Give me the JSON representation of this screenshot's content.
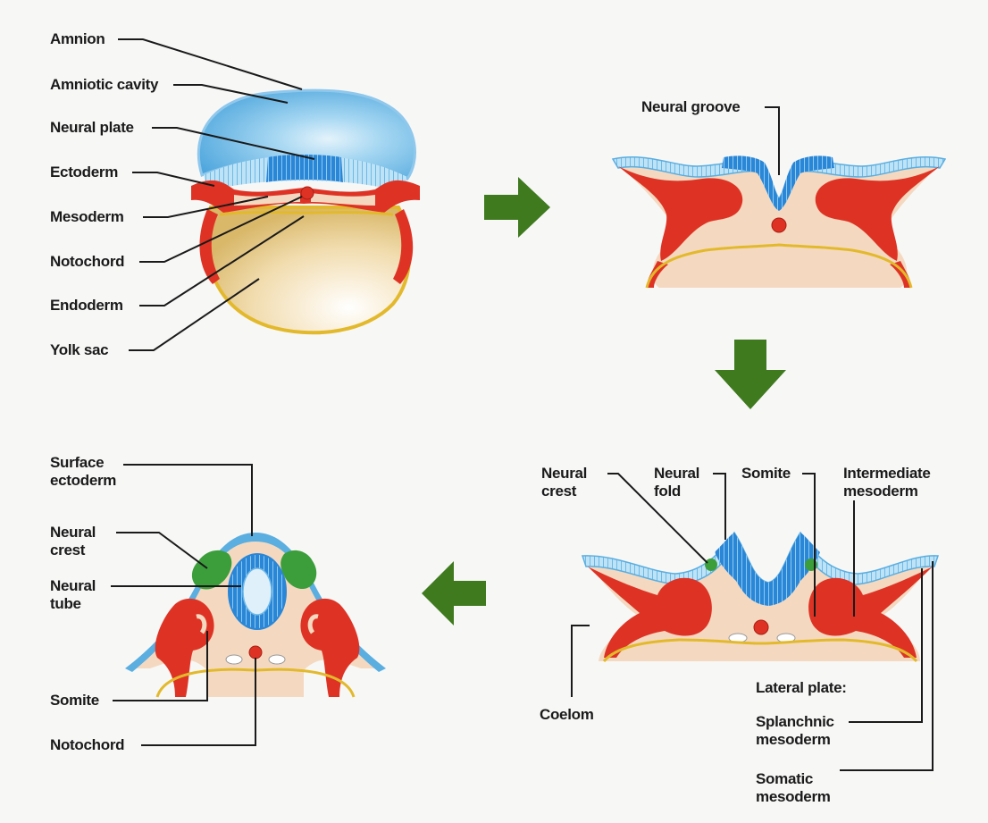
{
  "panel1": {
    "amnion": "Amnion",
    "amniotic_cavity": "Amniotic cavity",
    "neural_plate": "Neural plate",
    "ectoderm": "Ectoderm",
    "mesoderm": "Mesoderm",
    "notochord": "Notochord",
    "endoderm": "Endoderm",
    "yolk_sac": "Yolk sac"
  },
  "panel2": {
    "neural_groove": "Neural groove"
  },
  "panel3": {
    "neural_crest": "Neural\ncrest",
    "neural_fold": "Neural\nfold",
    "somite": "Somite",
    "intermediate_mesoderm": "Intermediate\nmesoderm",
    "coelom": "Coelom",
    "lateral_plate": "Lateral plate:",
    "splanchnic_mesoderm": "Splanchnic\nmesoderm",
    "somatic_mesoderm": "Somatic\nmesoderm"
  },
  "panel4": {
    "surface_ectoderm": "Surface\nectoderm",
    "neural_crest": "Neural\ncrest",
    "neural_tube": "Neural\ntube",
    "somite": "Somite",
    "notochord": "Notochord"
  },
  "colors": {
    "arrow": "#3f7a1f",
    "mesoderm": "#de3324",
    "ectoderm": "#5aaee0",
    "neural": "#2a86d6",
    "endoderm": "#e7c43a",
    "fill": "#f4d9c0",
    "crest": "#3b9e3b"
  }
}
